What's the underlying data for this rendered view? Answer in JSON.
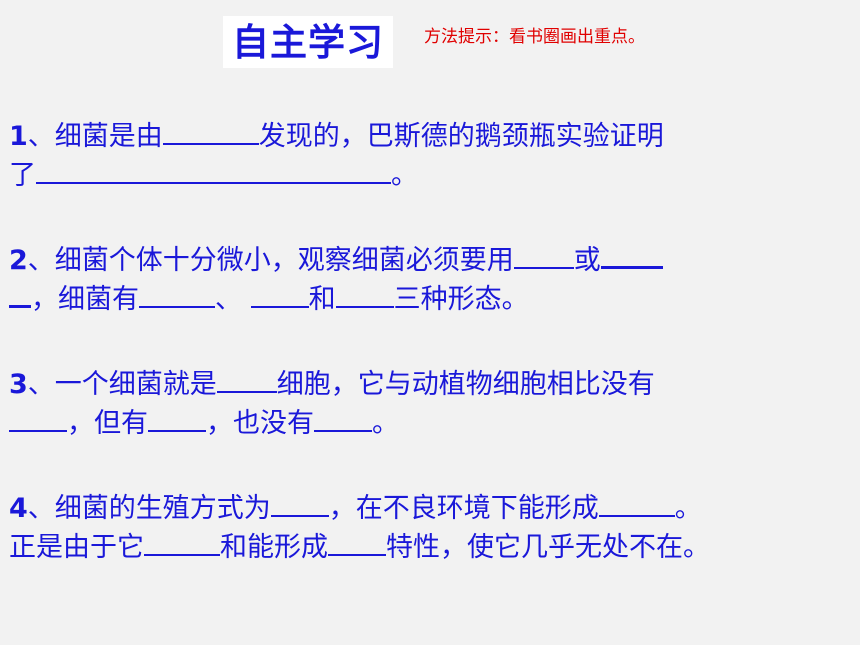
{
  "header": {
    "title": "自主学习",
    "hint": "方法提示：看书圈画出重点。"
  },
  "questions": [
    {
      "number": "1",
      "lines": [
        [
          "、细菌是由",
          "发现的，巴斯德的鹅颈瓶实验证明"
        ],
        [
          "了",
          "。"
        ]
      ]
    },
    {
      "number": "2",
      "lines": [
        [
          "、细菌个体十分微小，观察细菌必须要用",
          "或"
        ],
        [
          "，细菌有",
          "、",
          "和",
          "三种形态。"
        ]
      ]
    },
    {
      "number": "3",
      "lines": [
        [
          "、一个细菌就是",
          "细胞，它与动植物细胞相比没有"
        ],
        [
          "，但有",
          "，也没有",
          "。"
        ]
      ]
    },
    {
      "number": "4",
      "lines": [
        [
          "、细菌的生殖方式为",
          "，在不良环境下能形成",
          "。"
        ],
        [
          "正是由于它",
          "和能形成",
          "特性，使它几乎无处不在。"
        ]
      ]
    }
  ],
  "colors": {
    "text": "#1a18d9",
    "hint": "#e00000",
    "background": "#f2f2f2"
  }
}
